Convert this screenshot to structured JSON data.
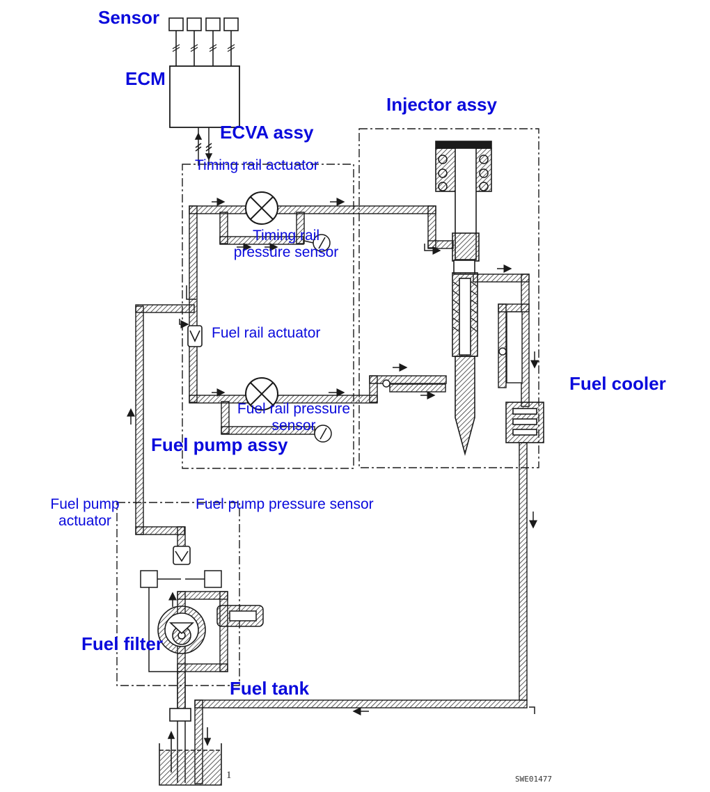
{
  "colors": {
    "label": "#0a0adc",
    "line": "#1a1a1a",
    "hatch": "#333333"
  },
  "labels": {
    "sensor": "Sensor",
    "ecm": "ECM",
    "injector_assy": "Injector assy",
    "ecva_assy": "ECVA assy",
    "timing_rail_actuator": "Timing rail actuator",
    "timing_rail_pressure_sensor_1": "Timing rail",
    "timing_rail_pressure_sensor_2": "pressure sensor",
    "fuel_rail_actuator": "Fuel rail actuator",
    "fuel_cooler": "Fuel cooler",
    "fuel_rail_pressure_sensor_1": "Fuel rail  pressure",
    "fuel_rail_pressure_sensor_2": "sensor",
    "fuel_pump_assy": "Fuel pump assy",
    "fuel_pump_actuator_1": "Fuel pump",
    "fuel_pump_actuator_2": "actuator",
    "fuel_pump_pressure_sensor": "Fuel pump pressure sensor",
    "fuel_filter": "Fuel filter",
    "fuel_tank": "Fuel tank"
  },
  "figure_code": "SWE01477",
  "tank_mark": "1"
}
